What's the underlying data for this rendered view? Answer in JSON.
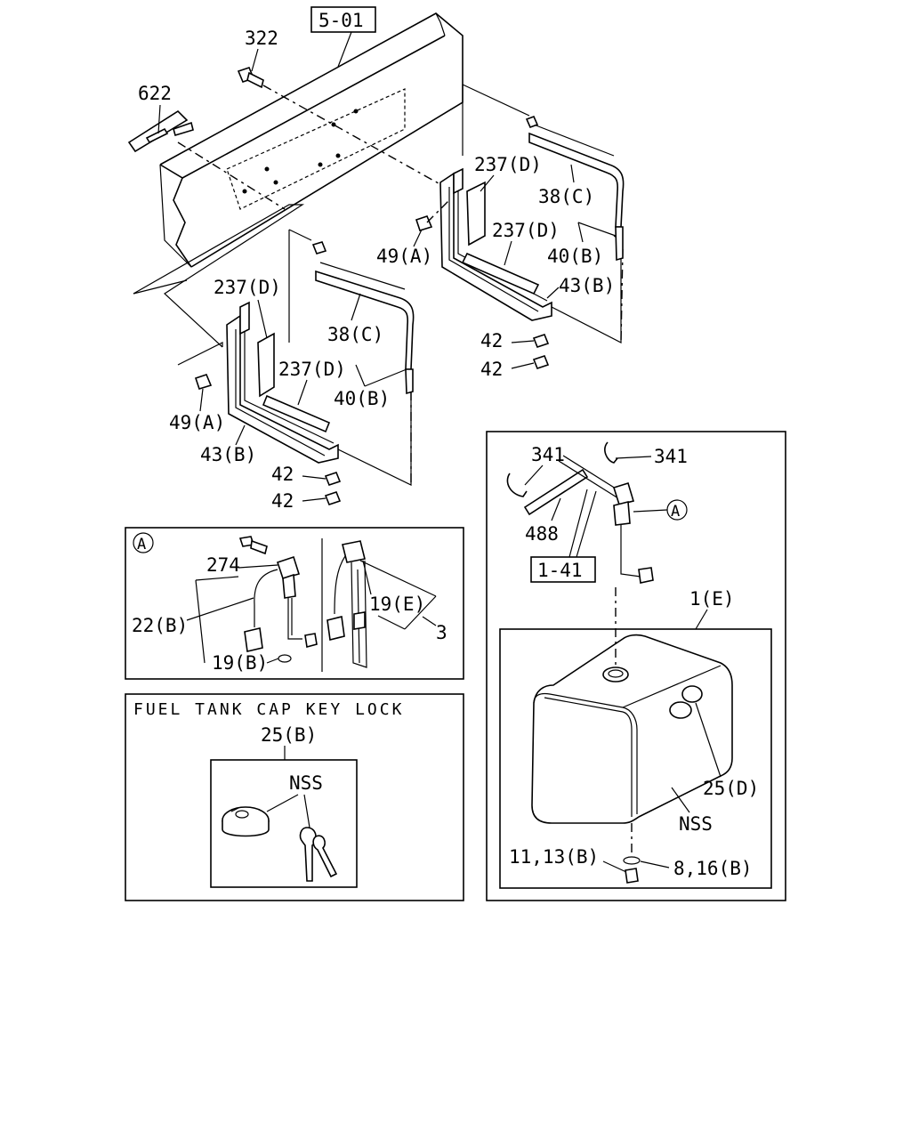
{
  "section_ref": "5-01",
  "labels": {
    "p322": "322",
    "p622": "622",
    "p237d_a": "237(D)",
    "p38c_a": "38(C)",
    "p237d_b": "237(D)",
    "p49a_a": "49(A)",
    "p40b_a": "40(B)",
    "p43b_a": "43(B)",
    "p42_a": "42",
    "p42_b": "42",
    "p237d_c": "237(D)",
    "p38c_b": "38(C)",
    "p237d_d": "237(D)",
    "p40b_b": "40(B)",
    "p49a_b": "49(A)",
    "p43b_b": "43(B)",
    "p42_c": "42",
    "p42_d": "42"
  },
  "detail_a": {
    "marker": "A",
    "p274": "274",
    "p22b": "22(B)",
    "p19b": "19(B)",
    "p19e": "19(E)",
    "p3": "3"
  },
  "cap_lock": {
    "title": "FUEL TANK CAP KEY LOCK",
    "p25b": "25(B)",
    "nss": "NSS"
  },
  "tank": {
    "p341_a": "341",
    "p341_b": "341",
    "marker": "A",
    "p488": "488",
    "ref_141": "1-41",
    "p1e": "1(E)",
    "p25d": "25(D)",
    "nss": "NSS",
    "p11_13b": "11,13(B)",
    "p8_16b": "8,16(B)"
  }
}
